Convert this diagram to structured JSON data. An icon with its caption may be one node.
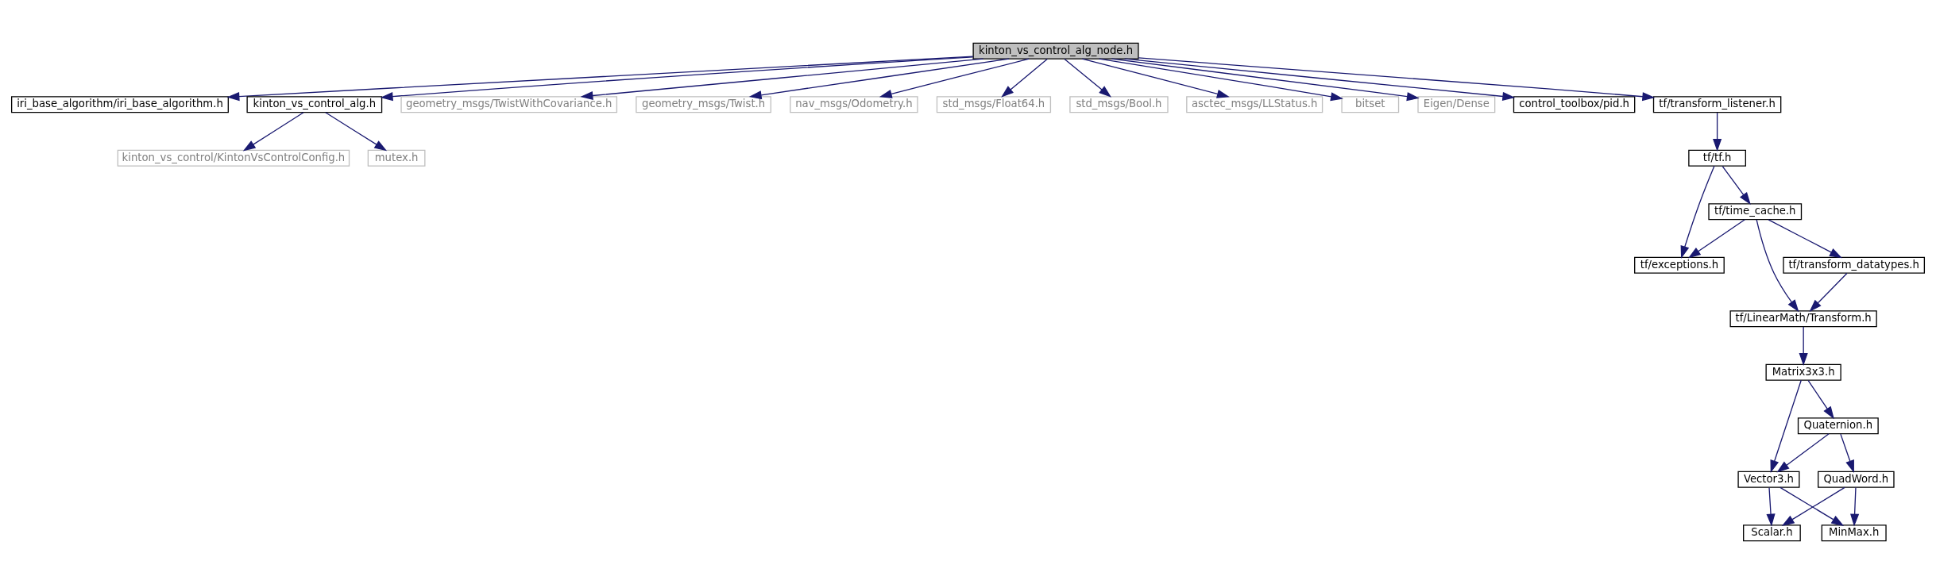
{
  "diagram": {
    "nodes": [
      {
        "text": [
          "kinton_vs_control_alg_node.h"
        ]
      },
      {
        "text": [
          "iri_base_algorithm/iri_base_algorithm.h"
        ]
      },
      {
        "text": [
          "kinton_vs_control_alg.h"
        ]
      },
      {
        "text": [
          "geometry_msgs/TwistWithCovariance.h"
        ]
      },
      {
        "text": [
          "geometry_msgs/Twist.h"
        ]
      },
      {
        "text": [
          "nav_msgs/Odometry.h"
        ]
      },
      {
        "text": [
          "std_msgs/Float64.h"
        ]
      },
      {
        "text": [
          "std_msgs/Bool.h"
        ]
      },
      {
        "text": [
          "asctec_msgs/LLStatus.h"
        ]
      },
      {
        "text": [
          "bitset"
        ]
      },
      {
        "text": [
          "Eigen/Dense"
        ]
      },
      {
        "text": [
          "control_toolbox/pid.h"
        ]
      },
      {
        "text": [
          "tf/transform_listener.h"
        ]
      },
      {
        "text": [
          "mutex.h"
        ]
      },
      {
        "text": [
          "kinton_vs_control/KintonVsControlConfig.h"
        ]
      },
      {
        "text": [
          "tf/tf.h"
        ]
      },
      {
        "text": [
          "tf/time_cache.h"
        ]
      },
      {
        "text": [
          "tf/exceptions.h"
        ]
      },
      {
        "text": [
          "tf/transform_datatypes.h"
        ]
      },
      {
        "text": [
          "tf/LinearMath/Transform.h"
        ]
      },
      {
        "text": [
          "Matrix3x3.h"
        ]
      },
      {
        "text": [
          "Quaternion.h"
        ]
      },
      {
        "text": [
          "Vector3.h"
        ]
      },
      {
        "text": [
          "QuadWord.h"
        ]
      },
      {
        "text": [
          "Scalar.h"
        ]
      },
      {
        "text": [
          "MinMax.h"
        ]
      }
    ],
    "edges": [
      {
        "from": 0,
        "to": 1,
        "arrow": "to"
      },
      {
        "from": 0,
        "to": 2,
        "arrow": "to"
      },
      {
        "from": 0,
        "to": 3,
        "arrow": "to"
      },
      {
        "from": 0,
        "to": 4,
        "arrow": "to"
      },
      {
        "from": 0,
        "to": 5,
        "arrow": "to"
      },
      {
        "from": 0,
        "to": 6,
        "arrow": "to"
      },
      {
        "from": 0,
        "to": 7,
        "arrow": "to"
      },
      {
        "from": 0,
        "to": 8,
        "arrow": "to"
      },
      {
        "from": 0,
        "to": 9,
        "arrow": "to"
      },
      {
        "from": 0,
        "to": 10,
        "arrow": "to"
      },
      {
        "from": 0,
        "to": 11,
        "arrow": "to"
      },
      {
        "from": 0,
        "to": 12,
        "arrow": "to"
      },
      {
        "from": 2,
        "to": 13,
        "arrow": "to"
      },
      {
        "from": 2,
        "to": 14,
        "arrow": "to"
      },
      {
        "from": 12,
        "to": 15,
        "arrow": "to"
      },
      {
        "from": 15,
        "to": 17,
        "arrow": "to"
      },
      {
        "from": 15,
        "to": 16,
        "arrow": "to"
      },
      {
        "from": 16,
        "to": 17,
        "arrow": "to"
      },
      {
        "from": 16,
        "to": 19,
        "arrow": "to"
      },
      {
        "from": 16,
        "to": 18,
        "arrow": "to"
      },
      {
        "from": 18,
        "to": 19,
        "arrow": "to"
      },
      {
        "from": 19,
        "to": 20,
        "arrow": "to"
      },
      {
        "from": 20,
        "to": 22,
        "arrow": "to"
      },
      {
        "from": 20,
        "to": 21,
        "arrow": "to"
      },
      {
        "from": 21,
        "to": 22,
        "arrow": "to"
      },
      {
        "from": 21,
        "to": 23,
        "arrow": "to"
      },
      {
        "from": 22,
        "to": 24,
        "arrow": "to"
      },
      {
        "from": 22,
        "to": 25,
        "arrow": "to"
      },
      {
        "from": 23,
        "to": 24,
        "arrow": "to"
      },
      {
        "from": 23,
        "to": 25,
        "arrow": "to"
      }
    ]
  }
}
